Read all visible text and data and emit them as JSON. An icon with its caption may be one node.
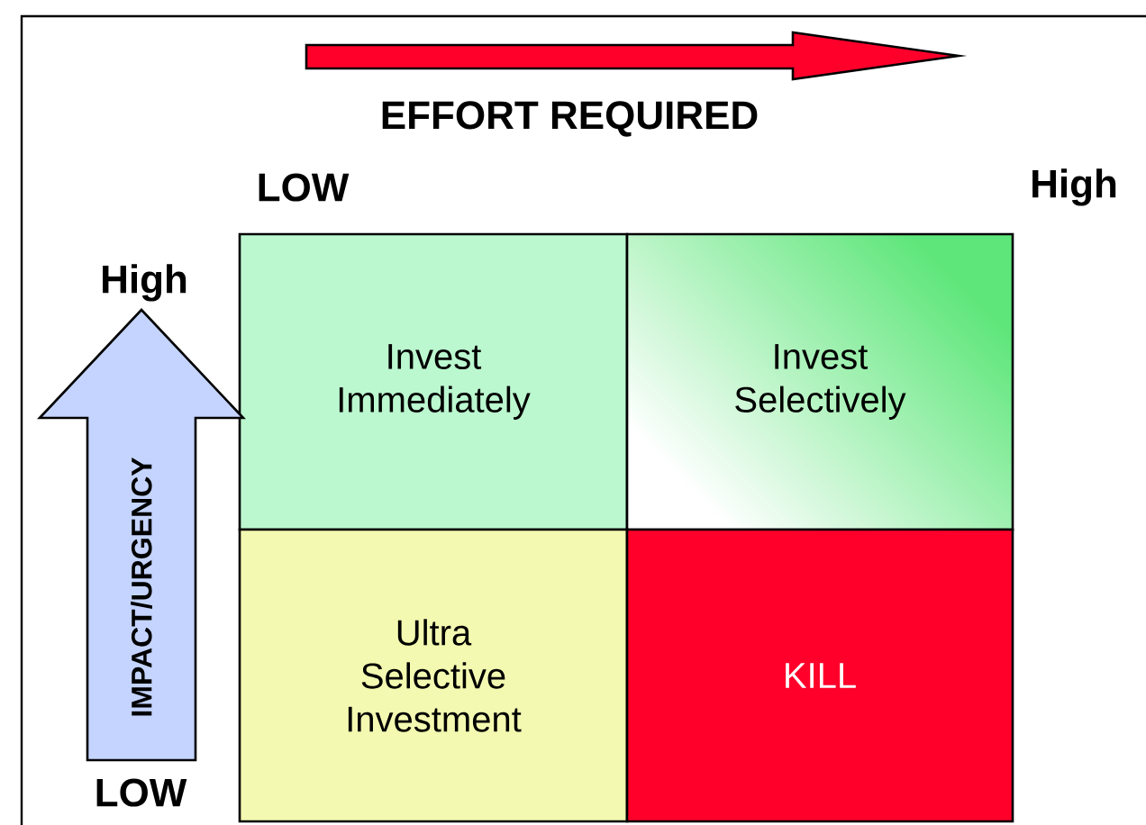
{
  "diagram": {
    "nodes": [
      {
        "text": [
          "Invest Immediately"
        ]
      },
      {
        "text": [
          "Invest Selectively"
        ]
      },
      {
        "text": [
          "Ultra Selective Investment"
        ]
      },
      {
        "text": [
          "KILL"
        ]
      },
      {
        "text": [
          "IMPACT/URGENCY"
        ]
      }
    ],
    "labels": [
      "EFFORT REQUIRED",
      "LOW",
      "High",
      "High",
      "LOW"
    ]
  }
}
